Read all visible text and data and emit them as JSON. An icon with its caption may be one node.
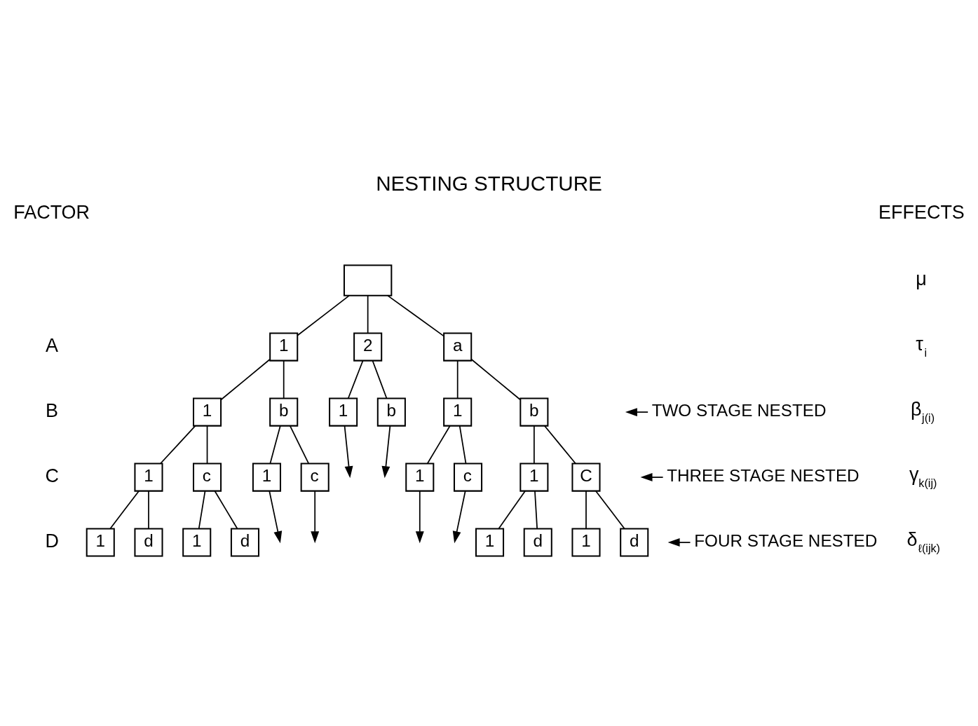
{
  "diagram": {
    "title": "NESTING STRUCTURE",
    "nodes": [
      {
        "text": [],
        "shape": "box"
      },
      {
        "text": [
          "1"
        ]
      },
      {
        "text": [
          "2"
        ]
      },
      {
        "text": [
          "a"
        ]
      },
      {
        "text": [
          "1"
        ]
      },
      {
        "text": [
          "b"
        ]
      },
      {
        "text": [
          "1"
        ]
      },
      {
        "text": [
          "b"
        ]
      },
      {
        "text": [
          "1"
        ]
      },
      {
        "text": [
          "b"
        ]
      },
      {
        "text": [
          "1"
        ]
      },
      {
        "text": [
          "c"
        ]
      },
      {
        "text": [
          "1"
        ]
      },
      {
        "text": [
          "c"
        ]
      },
      {
        "text": [
          "1"
        ]
      },
      {
        "text": [
          "c"
        ]
      },
      {
        "text": [
          "1"
        ]
      },
      {
        "text": [
          "C"
        ]
      },
      {
        "text": [
          "1"
        ]
      },
      {
        "text": [
          "d"
        ]
      },
      {
        "text": [
          "1"
        ]
      },
      {
        "text": [
          "d"
        ]
      },
      {
        "text": [
          "1"
        ]
      },
      {
        "text": [
          "d"
        ]
      },
      {
        "text": [
          "1"
        ]
      },
      {
        "text": [
          "d"
        ]
      },
      {
        "text": [
          "TWO STAGE NESTED"
        ]
      },
      {
        "text": [
          "THREE STAGE NESTED"
        ]
      },
      {
        "text": [
          "FOUR STAGE NESTED"
        ]
      }
    ],
    "edges": [
      {
        "from": 0,
        "to": 1,
        "arrow": "none"
      },
      {
        "from": 0,
        "to": 2,
        "arrow": "none"
      },
      {
        "from": 0,
        "to": 3,
        "arrow": "none"
      },
      {
        "from": 1,
        "to": 4,
        "arrow": "none"
      },
      {
        "from": 1,
        "to": 5,
        "arrow": "none"
      },
      {
        "from": 2,
        "to": 6,
        "arrow": "none"
      },
      {
        "from": 2,
        "to": 7,
        "arrow": "none"
      },
      {
        "from": 3,
        "to": 8,
        "arrow": "none"
      },
      {
        "from": 3,
        "to": 9,
        "arrow": "none"
      },
      {
        "from": 6,
        "to": null,
        "arrow": "to"
      },
      {
        "from": 7,
        "to": null,
        "arrow": "to"
      },
      {
        "from": 4,
        "to": 10,
        "arrow": "none"
      },
      {
        "from": 4,
        "to": 11,
        "arrow": "none"
      },
      {
        "from": 5,
        "to": 12,
        "arrow": "none"
      },
      {
        "from": 5,
        "to": 13,
        "arrow": "none"
      },
      {
        "from": 8,
        "to": 14,
        "arrow": "none"
      },
      {
        "from": 8,
        "to": 15,
        "arrow": "none"
      },
      {
        "from": 9,
        "to": 16,
        "arrow": "none"
      },
      {
        "from": 9,
        "to": 17,
        "arrow": "none"
      },
      {
        "from": 12,
        "to": null,
        "arrow": "to"
      },
      {
        "from": 13,
        "to": null,
        "arrow": "to"
      },
      {
        "from": 14,
        "to": null,
        "arrow": "to"
      },
      {
        "from": 15,
        "to": null,
        "arrow": "to"
      },
      {
        "from": 10,
        "to": 18,
        "arrow": "none"
      },
      {
        "from": 10,
        "to": 19,
        "arrow": "none"
      },
      {
        "from": 11,
        "to": 20,
        "arrow": "none"
      },
      {
        "from": 11,
        "to": 21,
        "arrow": "none"
      },
      {
        "from": 16,
        "to": 22,
        "arrow": "none"
      },
      {
        "from": 16,
        "to": 23,
        "arrow": "none"
      },
      {
        "from": 17,
        "to": 24,
        "arrow": "none"
      },
      {
        "from": 17,
        "to": 25,
        "arrow": "none"
      },
      {
        "from": 26,
        "to": null,
        "arrow": "to"
      },
      {
        "from": 27,
        "to": null,
        "arrow": "to"
      },
      {
        "from": 28,
        "to": null,
        "arrow": "to"
      }
    ],
    "labels": [
      "FACTOR",
      "EFFECTS",
      "μ",
      "A",
      "τ$_{i}$",
      "B",
      "β$_{j(i)}$",
      "C",
      "γ$_{k(ij)}$",
      "D",
      "δ$_{ℓ(ijk)}$"
    ]
  }
}
